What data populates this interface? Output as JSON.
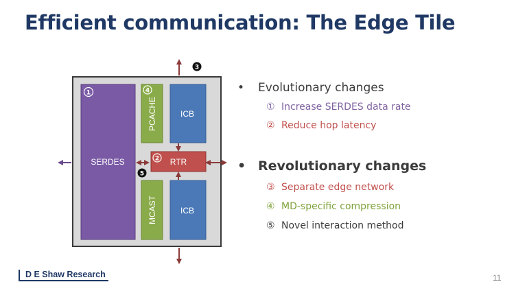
{
  "slide": {
    "title": "Efficient communication: The Edge Tile",
    "page_number": "11",
    "logo_text": "D E Shaw Research"
  },
  "diagram": {
    "blocks": {
      "serdes": "SERDES",
      "pcache": "PCACHE",
      "icb_top": "ICB",
      "rtr": "RTR",
      "mcast": "MCAST",
      "icb_bottom": "ICB"
    },
    "markers": {
      "m1": "1",
      "m2": "2",
      "m3": "3",
      "m4": "4",
      "m5": "5"
    }
  },
  "bullets": {
    "evolutionary": {
      "marker": "•",
      "text": "Evolutionary changes",
      "items": [
        {
          "marker": "①",
          "text": "Increase SERDES data rate"
        },
        {
          "marker": "②",
          "text": "Reduce hop latency"
        }
      ]
    },
    "revolutionary": {
      "marker": "•",
      "text": "Revolutionary changes",
      "items": [
        {
          "marker": "③",
          "text": "Separate edge network"
        },
        {
          "marker": "④",
          "text": "MD-specific compression"
        },
        {
          "marker": "⑤",
          "text": "Novel interaction method"
        }
      ]
    }
  },
  "colors": {
    "title": "#1f3864",
    "serdes": "#7a5aa5",
    "green": "#8aab4a",
    "icb": "#4b79b8",
    "rtr": "#c0504d",
    "arrow": "#8b3a3a",
    "purple_text": "#8064a2",
    "red_text": "#c0504d",
    "green_text": "#7fa33b",
    "dark_text": "#3b3b3b"
  }
}
